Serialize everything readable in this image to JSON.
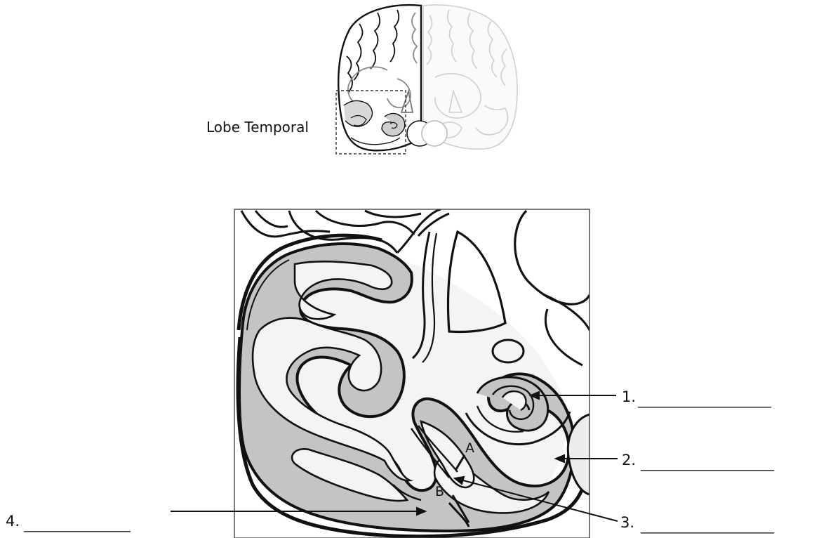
{
  "thumbnail": {
    "caption": "Lobe Temporal"
  },
  "labels": {
    "point_a": "A",
    "point_b": "B"
  },
  "answers": [
    {
      "number": "1.",
      "blank": "____________________"
    },
    {
      "number": "2.",
      "blank": "____________________"
    },
    {
      "number": "3.",
      "blank": "____________________"
    },
    {
      "number": "4.",
      "blank": "________________"
    }
  ],
  "colors": {
    "ink": "#111111",
    "gray_matter": "#c9c9c9",
    "gray_matter_dark": "#a9a9a9",
    "white_matter": "#f3f3f3",
    "faded_hemisphere": "#cfcfcf"
  }
}
